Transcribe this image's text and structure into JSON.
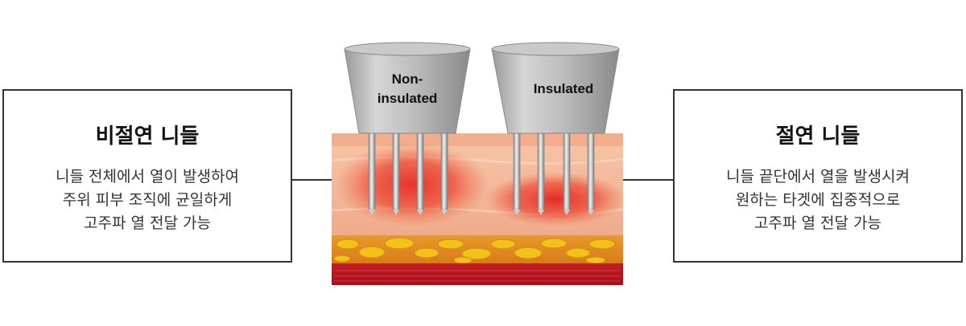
{
  "left_panel": {
    "title": "비절연 니들",
    "lines": [
      "니들 전체에서 열이 발생하여",
      "주위 피부 조직에 균일하게",
      "고주파 열 전달 가능"
    ]
  },
  "right_panel": {
    "title": "절연 니들",
    "lines": [
      "니들 끝단에서 열을 발생시켜",
      "원하는 타겟에 집중적으로",
      "고주파 열 전달 가능"
    ]
  },
  "needles": {
    "non_insulated": {
      "label_line1": "Non-",
      "label_line2": "insulated"
    },
    "insulated": {
      "label": "Insulated"
    }
  },
  "colors": {
    "heat": "#e8322a",
    "fat": "#f2c21b",
    "muscle": "#b5121b",
    "needle_metal": "#c0c0c0"
  }
}
